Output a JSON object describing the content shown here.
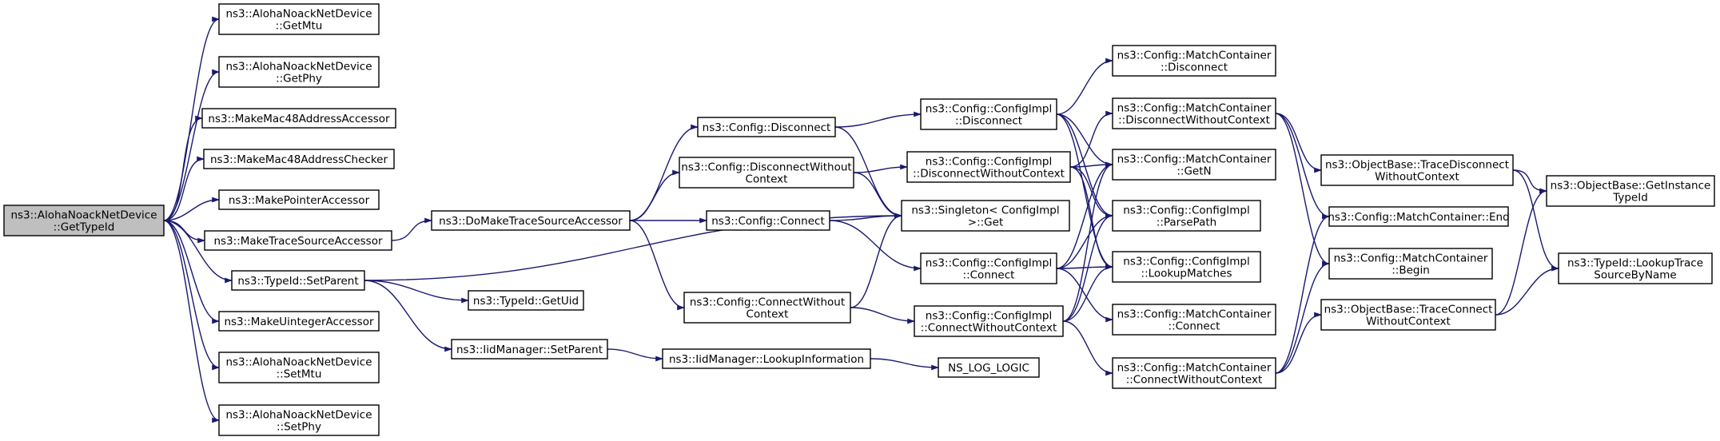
{
  "graph": {
    "edge_color": "#191970",
    "root_fill": "#bfbfbf",
    "nodes": [
      {
        "id": "root",
        "lines": [
          "ns3::AlohaNoackNetDevice",
          "::GetTypeId"
        ]
      },
      {
        "id": "getmtu",
        "lines": [
          "ns3::AlohaNoackNetDevice",
          "::GetMtu"
        ]
      },
      {
        "id": "getphy",
        "lines": [
          "ns3::AlohaNoackNetDevice",
          "::GetPhy"
        ]
      },
      {
        "id": "mac48acc",
        "lines": [
          "ns3::MakeMac48AddressAccessor"
        ]
      },
      {
        "id": "mac48chk",
        "lines": [
          "ns3::MakeMac48AddressChecker"
        ]
      },
      {
        "id": "ptracc",
        "lines": [
          "ns3::MakePointerAccessor"
        ]
      },
      {
        "id": "tsacc",
        "lines": [
          "ns3::MakeTraceSourceAccessor"
        ]
      },
      {
        "id": "setparent",
        "lines": [
          "ns3::TypeId::SetParent"
        ]
      },
      {
        "id": "uintacc",
        "lines": [
          "ns3::MakeUintegerAccessor"
        ]
      },
      {
        "id": "setmtu",
        "lines": [
          "ns3::AlohaNoackNetDevice",
          "::SetMtu"
        ]
      },
      {
        "id": "setphy",
        "lines": [
          "ns3::AlohaNoackNetDevice",
          "::SetPhy"
        ]
      },
      {
        "id": "dotsa",
        "lines": [
          "ns3::DoMakeTraceSourceAccessor"
        ]
      },
      {
        "id": "getuid",
        "lines": [
          "ns3::TypeId::GetUid"
        ]
      },
      {
        "id": "iidsetparent",
        "lines": [
          "ns3::IidManager::SetParent"
        ]
      },
      {
        "id": "cfgdisc",
        "lines": [
          "ns3::Config::Disconnect"
        ]
      },
      {
        "id": "cfgdiscwc",
        "lines": [
          "ns3::Config::DisconnectWithout",
          "Context"
        ]
      },
      {
        "id": "cfgconn",
        "lines": [
          "ns3::Config::Connect"
        ]
      },
      {
        "id": "cfgconnwc",
        "lines": [
          "ns3::Config::ConnectWithout",
          "Context"
        ]
      },
      {
        "id": "lookupinfo",
        "lines": [
          "ns3::IidManager::LookupInformation"
        ]
      },
      {
        "id": "implDisc",
        "lines": [
          "ns3::Config::ConfigImpl",
          "::Disconnect"
        ]
      },
      {
        "id": "implDiscWC",
        "lines": [
          "ns3::Config::ConfigImpl",
          "::DisconnectWithoutContext"
        ]
      },
      {
        "id": "singleton",
        "lines": [
          "ns3::Singleton< ConfigImpl",
          " >::Get"
        ]
      },
      {
        "id": "implConn",
        "lines": [
          "ns3::Config::ConfigImpl",
          "::Connect"
        ]
      },
      {
        "id": "implConnWC",
        "lines": [
          "ns3::Config::ConfigImpl",
          "::ConnectWithoutContext"
        ]
      },
      {
        "id": "nslog",
        "lines": [
          "NS_LOG_LOGIC"
        ]
      },
      {
        "id": "mcDisc",
        "lines": [
          "ns3::Config::MatchContainer",
          "::Disconnect"
        ]
      },
      {
        "id": "mcDiscWC",
        "lines": [
          "ns3::Config::MatchContainer",
          "::DisconnectWithoutContext"
        ]
      },
      {
        "id": "mcGetN",
        "lines": [
          "ns3::Config::MatchContainer",
          "::GetN"
        ]
      },
      {
        "id": "parsePath",
        "lines": [
          "ns3::Config::ConfigImpl",
          "::ParsePath"
        ]
      },
      {
        "id": "lookupMatches",
        "lines": [
          "ns3::Config::ConfigImpl",
          "::LookupMatches"
        ]
      },
      {
        "id": "mcConn",
        "lines": [
          "ns3::Config::MatchContainer",
          "::Connect"
        ]
      },
      {
        "id": "mcConnWC",
        "lines": [
          "ns3::Config::MatchContainer",
          "::ConnectWithoutContext"
        ]
      },
      {
        "id": "obTraceDisc",
        "lines": [
          "ns3::ObjectBase::TraceDisconnect",
          "WithoutContext"
        ]
      },
      {
        "id": "mcEnd",
        "lines": [
          "ns3::Config::MatchContainer::End"
        ]
      },
      {
        "id": "mcBegin",
        "lines": [
          "ns3::Config::MatchContainer",
          "::Begin"
        ]
      },
      {
        "id": "obTraceConn",
        "lines": [
          "ns3::ObjectBase::TraceConnect",
          "WithoutContext"
        ]
      },
      {
        "id": "obGetInst",
        "lines": [
          "ns3::ObjectBase::GetInstance",
          "TypeId"
        ]
      },
      {
        "id": "lookupTrace",
        "lines": [
          "ns3::TypeId::LookupTrace",
          "SourceByName"
        ]
      }
    ],
    "edges": [
      [
        "root",
        "getmtu"
      ],
      [
        "root",
        "getphy"
      ],
      [
        "root",
        "mac48acc"
      ],
      [
        "root",
        "mac48chk"
      ],
      [
        "root",
        "ptracc"
      ],
      [
        "root",
        "tsacc"
      ],
      [
        "root",
        "setparent"
      ],
      [
        "root",
        "uintacc"
      ],
      [
        "root",
        "setmtu"
      ],
      [
        "root",
        "setphy"
      ],
      [
        "tsacc",
        "dotsa"
      ],
      [
        "setparent",
        "singleton"
      ],
      [
        "setparent",
        "getuid"
      ],
      [
        "setparent",
        "iidsetparent"
      ],
      [
        "iidsetparent",
        "lookupinfo"
      ],
      [
        "lookupinfo",
        "nslog"
      ],
      [
        "dotsa",
        "cfgdisc"
      ],
      [
        "dotsa",
        "cfgdiscwc"
      ],
      [
        "dotsa",
        "cfgconn"
      ],
      [
        "dotsa",
        "cfgconnwc"
      ],
      [
        "cfgdisc",
        "implDisc"
      ],
      [
        "cfgdisc",
        "singleton"
      ],
      [
        "cfgdiscwc",
        "implDiscWC"
      ],
      [
        "cfgdiscwc",
        "singleton"
      ],
      [
        "cfgconn",
        "singleton"
      ],
      [
        "cfgconn",
        "implConn"
      ],
      [
        "cfgconnwc",
        "singleton"
      ],
      [
        "cfgconnwc",
        "implConnWC"
      ],
      [
        "implDisc",
        "mcDisc"
      ],
      [
        "implDisc",
        "mcGetN"
      ],
      [
        "implDisc",
        "parsePath"
      ],
      [
        "implDisc",
        "lookupMatches"
      ],
      [
        "implDiscWC",
        "mcDiscWC"
      ],
      [
        "implDiscWC",
        "mcGetN"
      ],
      [
        "implDiscWC",
        "parsePath"
      ],
      [
        "implDiscWC",
        "lookupMatches"
      ],
      [
        "implConn",
        "mcGetN"
      ],
      [
        "implConn",
        "parsePath"
      ],
      [
        "implConn",
        "lookupMatches"
      ],
      [
        "implConn",
        "mcConn"
      ],
      [
        "implConnWC",
        "mcGetN"
      ],
      [
        "implConnWC",
        "parsePath"
      ],
      [
        "implConnWC",
        "lookupMatches"
      ],
      [
        "implConnWC",
        "mcConnWC"
      ],
      [
        "mcDiscWC",
        "obTraceDisc"
      ],
      [
        "mcDiscWC",
        "mcEnd"
      ],
      [
        "mcDiscWC",
        "mcBegin"
      ],
      [
        "mcConnWC",
        "mcEnd"
      ],
      [
        "mcConnWC",
        "mcBegin"
      ],
      [
        "mcConnWC",
        "obTraceConn"
      ],
      [
        "obTraceDisc",
        "obGetInst"
      ],
      [
        "obTraceDisc",
        "lookupTrace"
      ],
      [
        "obTraceConn",
        "obGetInst"
      ],
      [
        "obTraceConn",
        "lookupTrace"
      ]
    ]
  }
}
